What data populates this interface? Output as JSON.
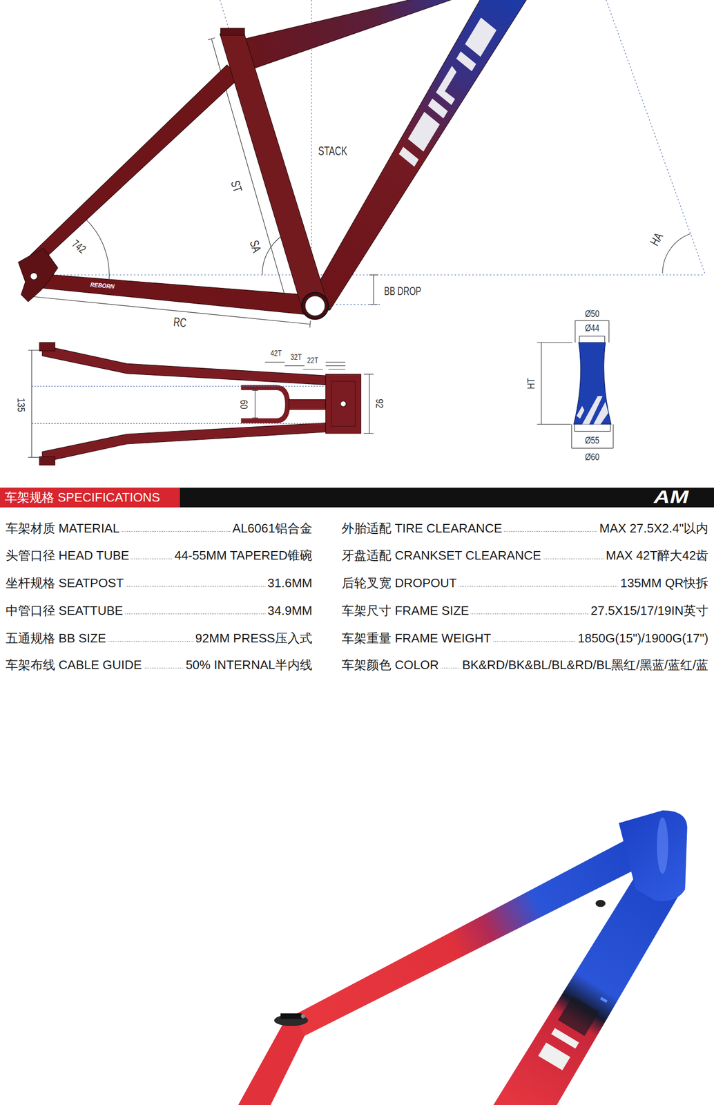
{
  "diagram": {
    "nodes": [
      {
        "text": [
          "车架规格 SPECIFICATIONS"
        ]
      }
    ],
    "labels": [
      "STACK",
      "ST",
      "SA",
      "742",
      "REBORN",
      "BB DROP",
      "RC",
      "HA",
      "42T",
      "32T",
      "22T",
      "135",
      "60",
      "92",
      "Ø50",
      "Ø44",
      "HT",
      "Ø55",
      "Ø60",
      "AM",
      "车架材质 MATERIAL",
      "AL6061铝合金",
      "外胎适配 TIRE CLEARANCE",
      "MAX 27.5X2.4\"以内",
      "头管口径 HEAD TUBE",
      "44-55MM TAPERED锥碗",
      "牙盘适配 CRANKSET CLEARANCE",
      "MAX 42T醉大42齿",
      "坐杆规格 SEATPOST",
      "31.6MM",
      "后轮叉宽 DROPOUT",
      "135MM QR快拆",
      "中管口径 SEATTUBE",
      "34.9MM",
      "车架尺寸 FRAME SIZE",
      "27.5X15/17/19IN英寸",
      "五通规格 BB SIZE",
      "92MM PRESS压入式",
      "车架重量 FRAME WEIGHT",
      "1850G(15\")/1900G(17\")",
      "车架布线 CABLE GUIDE",
      "50% INTERNAL半内线",
      "车架颜色 COLOR",
      "BK&RD/BK&BL/BL&RD/BL黑红/黑蓝/蓝红/蓝"
    ]
  }
}
